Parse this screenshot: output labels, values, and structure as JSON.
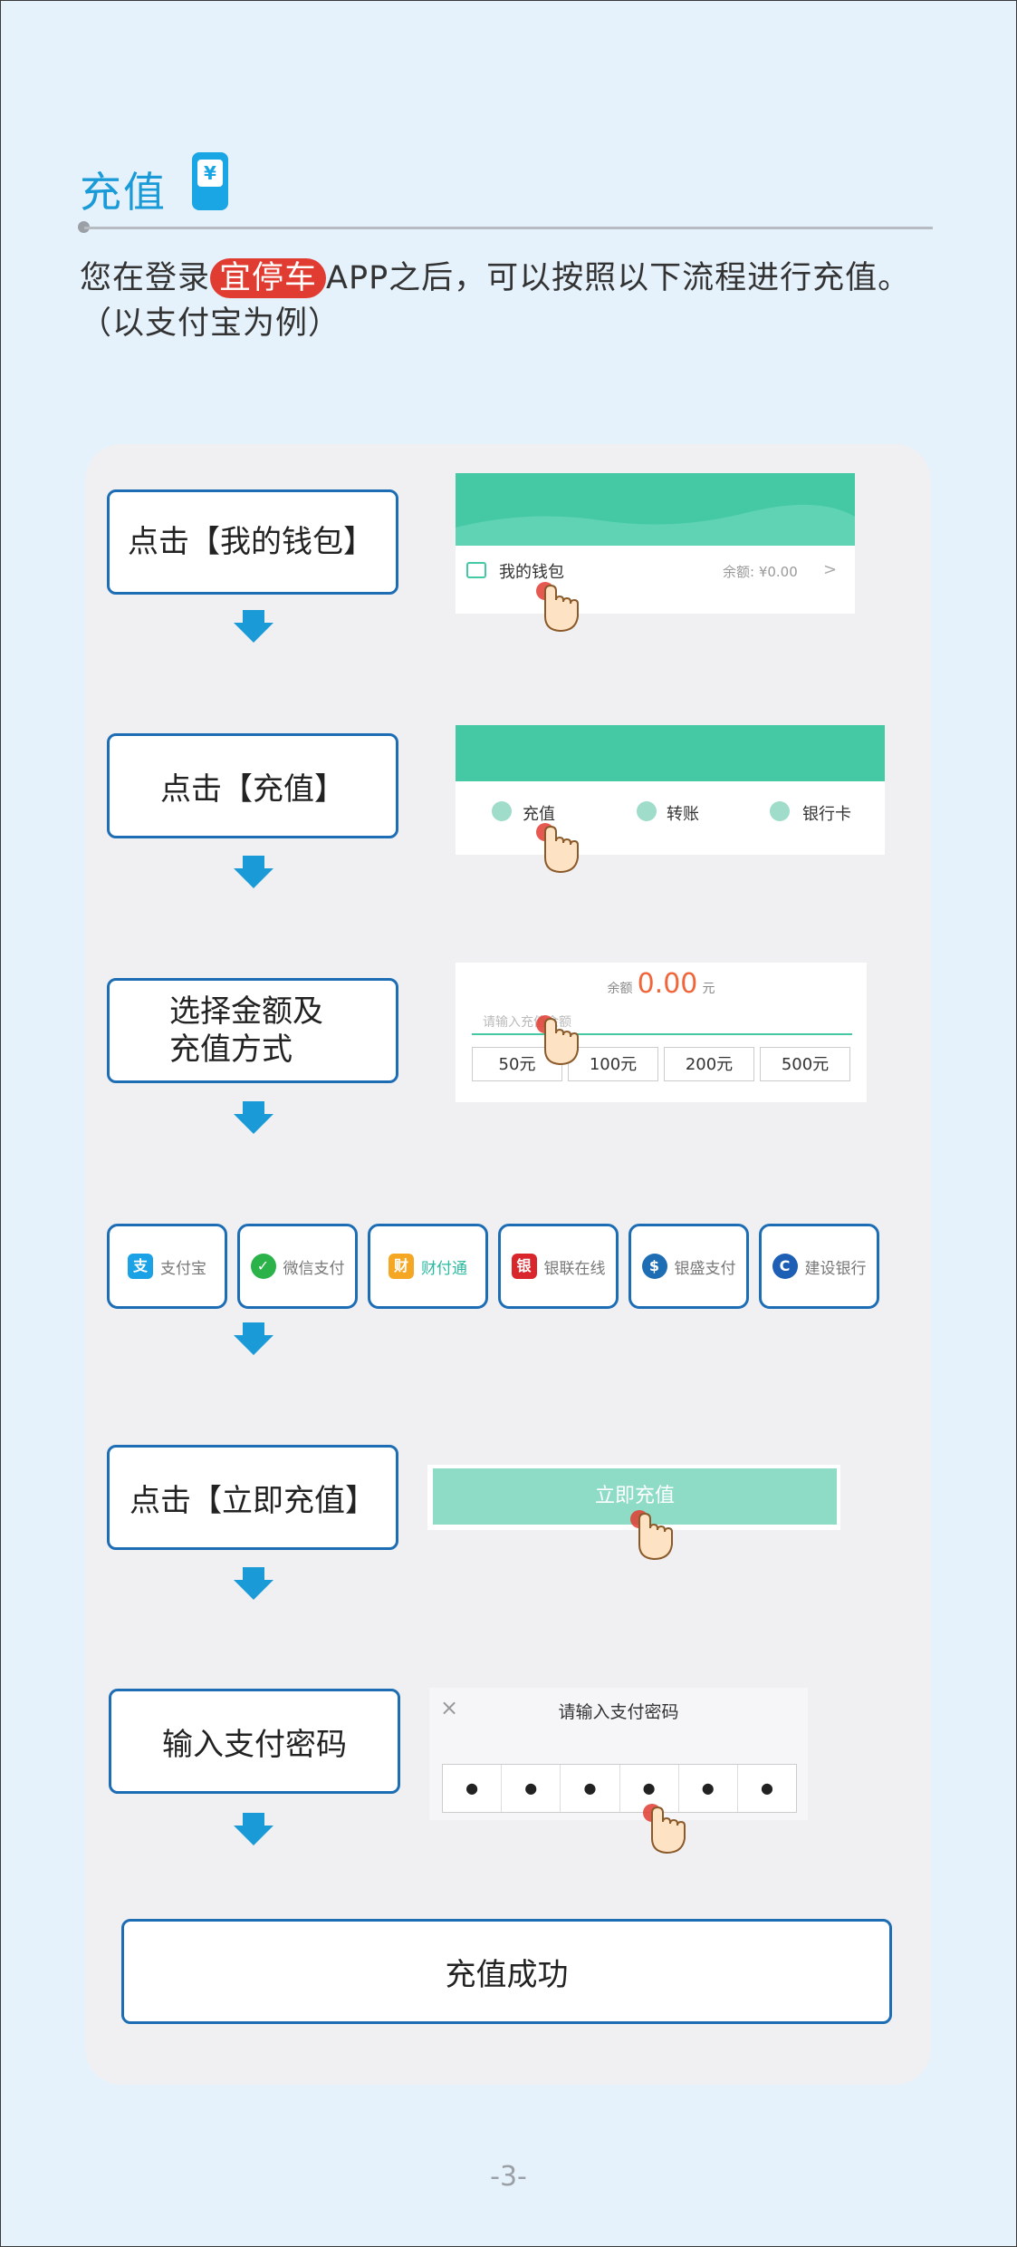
{
  "header": {
    "title": "充值",
    "title_icon": "yen-phone-icon",
    "yen": "¥"
  },
  "intro": {
    "prefix": "您在登录",
    "brand": "宜停车",
    "suffix": "APP之后，可以按照以下流程进行充值。",
    "line2": "（以支付宝为例）"
  },
  "steps": [
    {
      "label": "点击【我的钱包】"
    },
    {
      "label": "点击【充值】"
    },
    {
      "label": "选择金额及充值方式",
      "line1": "选择金额及",
      "line2": "充值方式"
    },
    {
      "label": "点击【立即充值】"
    },
    {
      "label": "输入支付密码"
    },
    {
      "label": "充值成功"
    }
  ],
  "wallet_mock": {
    "label": "我的钱包",
    "balance": "余额: ¥0.00",
    "chevron": ">"
  },
  "recharge_mock": {
    "items": [
      "充值",
      "转账",
      "银行卡"
    ]
  },
  "amount_mock": {
    "balance_label": "余额",
    "balance_value": "0.00",
    "unit": "元",
    "placeholder": "请输入充值金额",
    "options": [
      "50元",
      "100元",
      "200元",
      "500元"
    ]
  },
  "payment_methods": [
    {
      "label": "支付宝",
      "icon": "alipay-icon",
      "color": "#1aa1e6",
      "glyph": "支"
    },
    {
      "label": "微信支付",
      "icon": "wechat-pay-icon",
      "color": "#2bb34a",
      "glyph": "✓"
    },
    {
      "label": "财付通",
      "icon": "tenpay-icon",
      "color": "#f5a623",
      "glyph": "财"
    },
    {
      "label": "银联在线",
      "icon": "unionpay-icon",
      "color": "#d8262c",
      "glyph": "银"
    },
    {
      "label": "银盛支付",
      "icon": "ysepay-icon",
      "color": "#1d6db5",
      "glyph": "$"
    },
    {
      "label": "建设银行",
      "icon": "ccb-icon",
      "color": "#1d5fb5",
      "glyph": "C"
    }
  ],
  "pay_now_mock": {
    "button": "立即充值"
  },
  "password_mock": {
    "title": "请输入支付密码",
    "close": "×",
    "digits": [
      "●",
      "●",
      "●",
      "●",
      "●",
      "●"
    ]
  },
  "footer": {
    "page": "-3-"
  },
  "colors": {
    "accent": "#1a9bd8",
    "green": "#45c9a5",
    "brand_red": "#e03c31",
    "border_blue": "#1d6db5"
  }
}
